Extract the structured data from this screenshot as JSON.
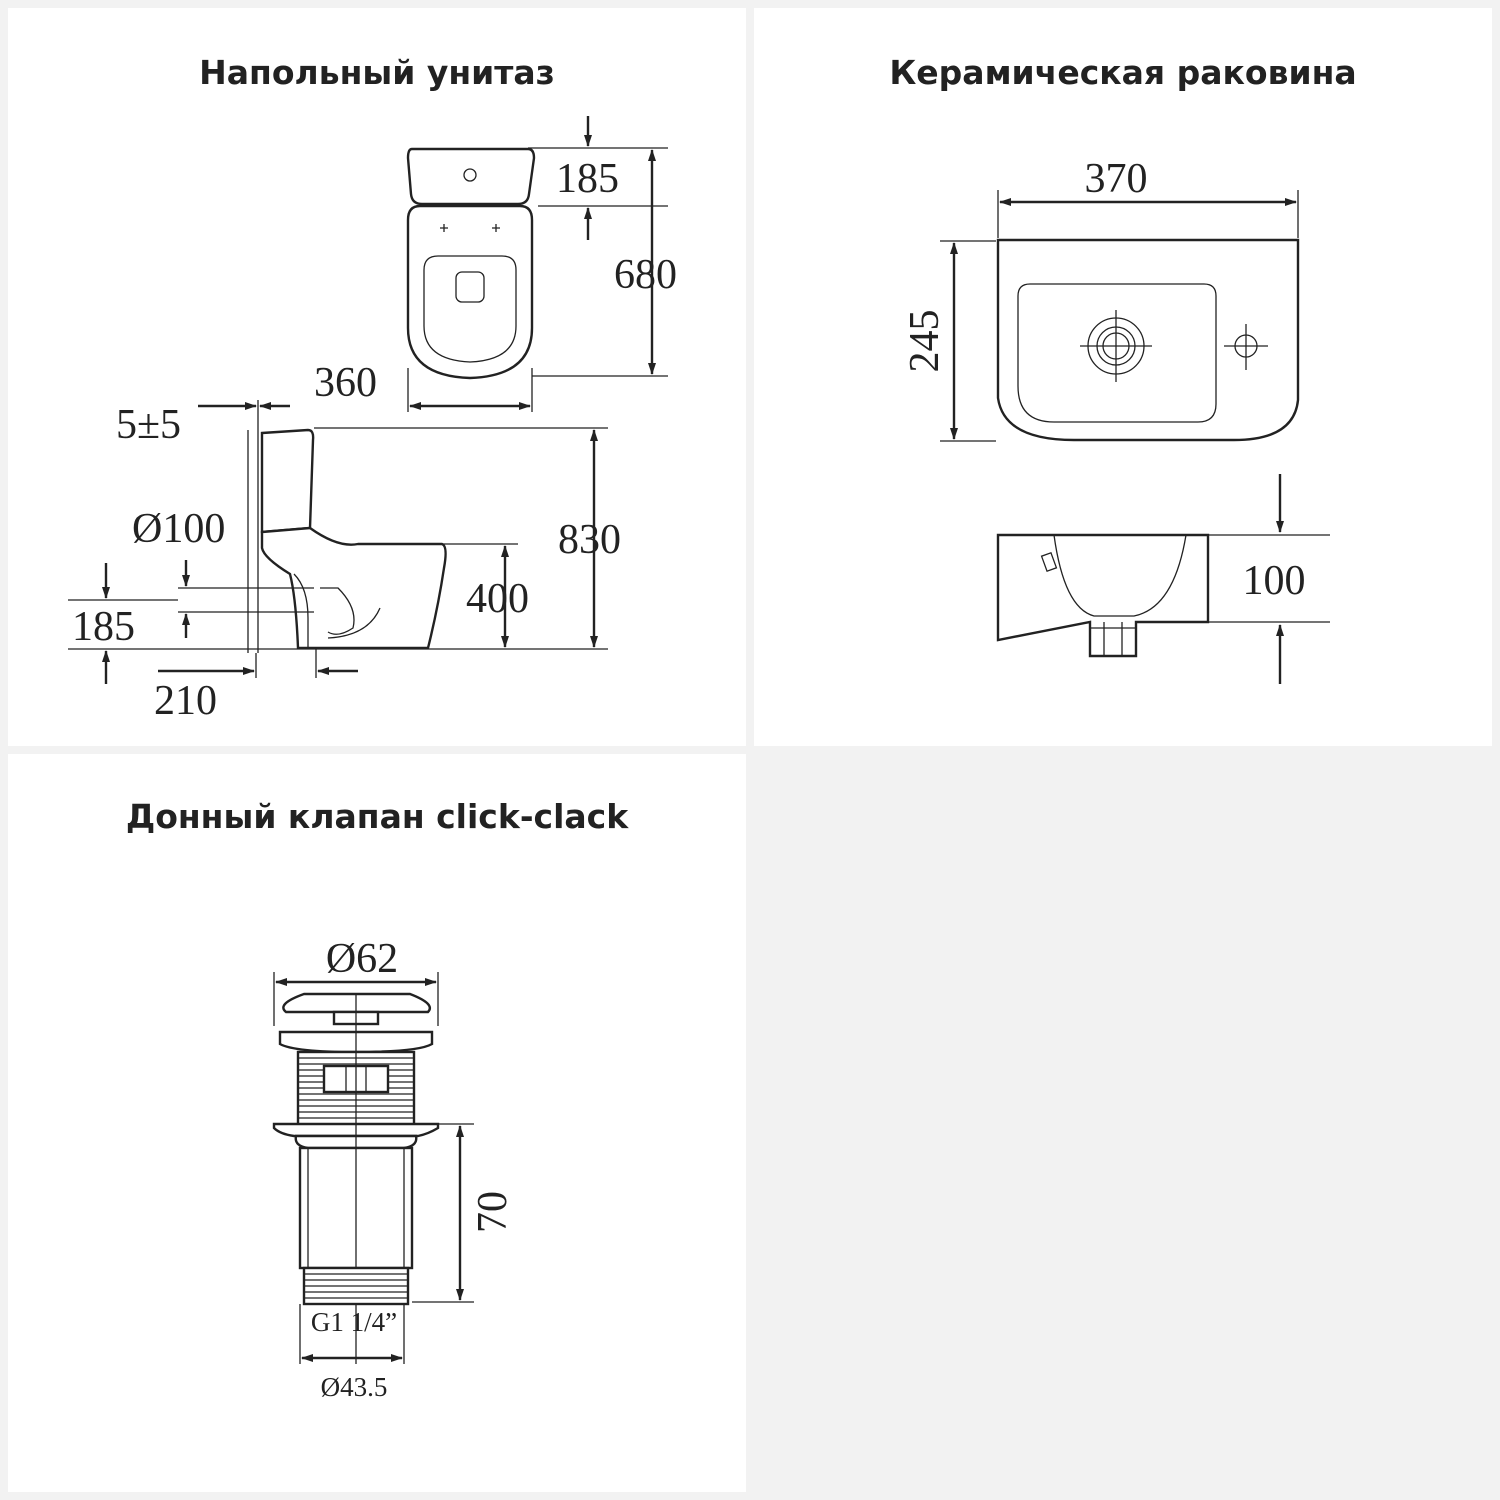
{
  "panels": {
    "toilet": {
      "title": "Напольный унитаз",
      "dims": {
        "tank_depth": "185",
        "length": "680",
        "width": "360",
        "wall_gap": "5±5",
        "height": "830",
        "outlet_dia": "Ø100",
        "seat_height": "400",
        "outlet_height": "185",
        "outlet_dist": "210"
      }
    },
    "basin": {
      "title": "Керамическая раковина",
      "dims": {
        "width": "370",
        "depth": "245",
        "height": "100"
      }
    },
    "valve": {
      "title": "Донный клапан click-clack",
      "dims": {
        "head_dia": "Ø62",
        "length": "70",
        "thread": "G1 1/4”",
        "body_dia": "Ø43.5"
      }
    },
    "empty": {}
  },
  "colors": {
    "background": "#f2f2f2",
    "panel": "#ffffff",
    "ink": "#222222"
  }
}
